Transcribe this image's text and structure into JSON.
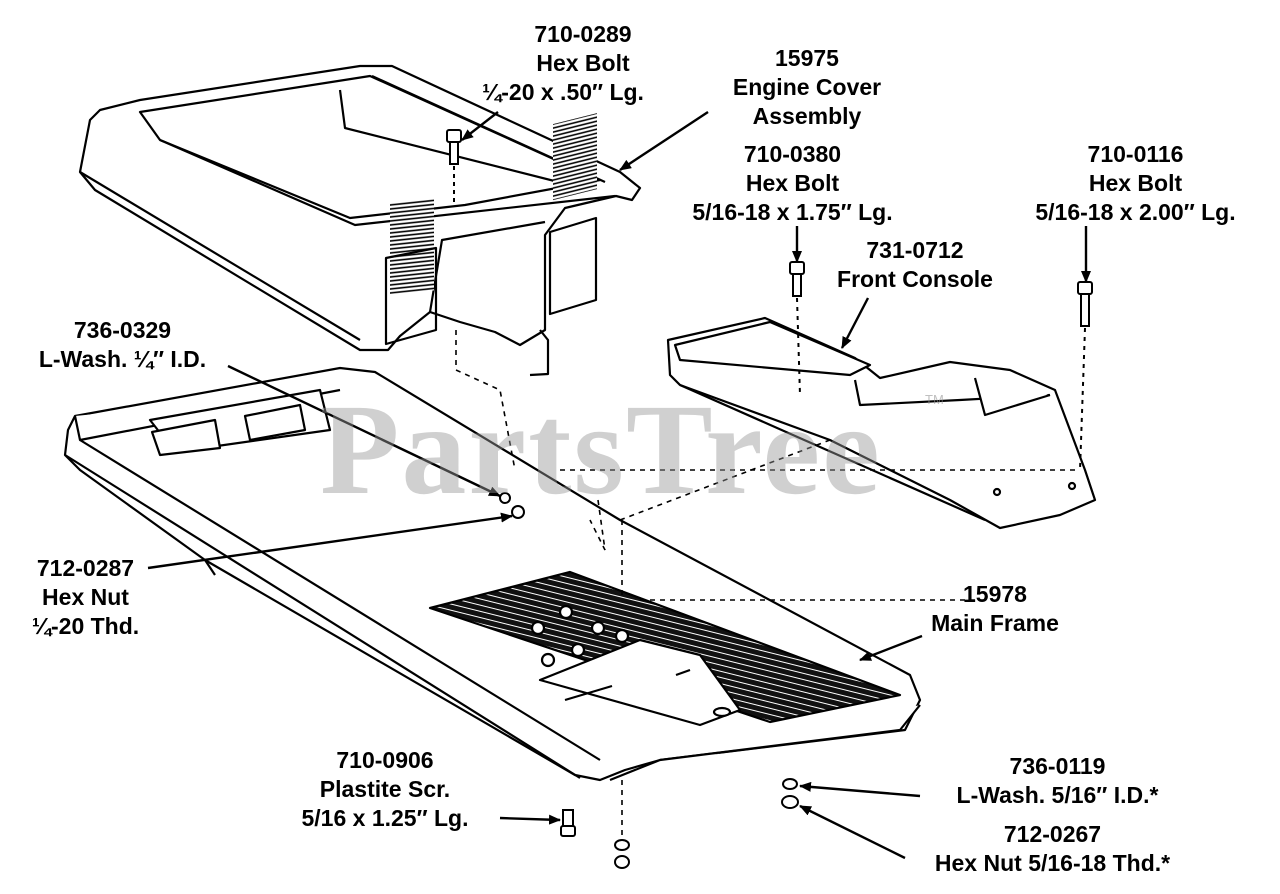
{
  "watermark": {
    "text": "PartsTree",
    "tm": "TM"
  },
  "colors": {
    "ink": "#000000",
    "paper": "#ffffff",
    "watermark": "#969696"
  },
  "labels": {
    "p710_0289": {
      "num": "710-0289",
      "name": "Hex Bolt",
      "size": "¼-20 x .50″ Lg."
    },
    "p15975": {
      "num": "15975",
      "name": "Engine Cover",
      "name2": "Assembly"
    },
    "p710_0380": {
      "num": "710-0380",
      "name": "Hex Bolt",
      "size": "5/16-18 x 1.75″ Lg."
    },
    "p710_0116": {
      "num": "710-0116",
      "name": "Hex Bolt",
      "size": "5/16-18 x 2.00″ Lg."
    },
    "p731_0712": {
      "num": "731-0712",
      "name": "Front Console"
    },
    "p736_0329": {
      "num": "736-0329",
      "name": "L-Wash. ¼″ I.D."
    },
    "p712_0287": {
      "num": "712-0287",
      "name": "Hex Nut",
      "size": "¼-20 Thd."
    },
    "p15978": {
      "num": "15978",
      "name": "Main Frame"
    },
    "p710_0906": {
      "num": "710-0906",
      "name": "Plastite Scr.",
      "size": "5/16 x 1.25″ Lg."
    },
    "p736_0119": {
      "num": "736-0119",
      "name": "L-Wash. 5/16″ I.D.*"
    },
    "p712_0267": {
      "num": "712-0267",
      "name": "Hex Nut 5/16-18 Thd.*"
    }
  }
}
